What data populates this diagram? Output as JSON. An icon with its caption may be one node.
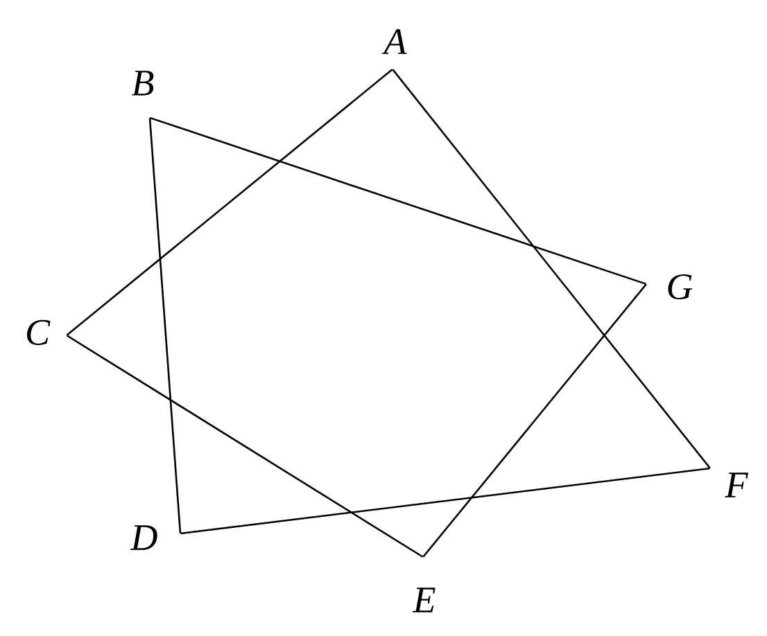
{
  "diagram": {
    "nodes": [
      {
        "text": [
          "A"
        ]
      },
      {
        "text": [
          "B"
        ]
      },
      {
        "text": [
          "C"
        ]
      },
      {
        "text": [
          "D"
        ]
      },
      {
        "text": [
          "E"
        ]
      },
      {
        "text": [
          "F"
        ]
      },
      {
        "text": [
          "G"
        ]
      }
    ],
    "edges": [
      {
        "from": 0,
        "to": 2,
        "arrow": "none"
      },
      {
        "from": 2,
        "to": 4,
        "arrow": "none"
      },
      {
        "from": 4,
        "to": 6,
        "arrow": "none"
      },
      {
        "from": 6,
        "to": 1,
        "arrow": "none"
      },
      {
        "from": 1,
        "to": 3,
        "arrow": "none"
      },
      {
        "from": 3,
        "to": 5,
        "arrow": "none"
      },
      {
        "from": 5,
        "to": 0,
        "arrow": "none"
      }
    ]
  }
}
